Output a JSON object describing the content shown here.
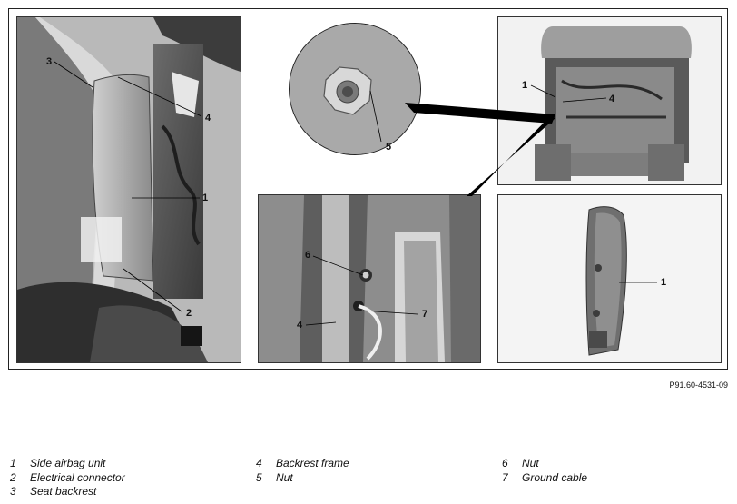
{
  "figure_ref": "P91.60-4531-09",
  "callouts": {
    "left": [
      "3",
      "4",
      "1",
      "2"
    ],
    "circle": [
      "5"
    ],
    "top_right": [
      "1",
      "4"
    ],
    "bottom_mid": [
      "6",
      "4",
      "7"
    ],
    "bottom_right": [
      "1"
    ]
  },
  "legend": [
    {
      "num": "1",
      "label": "Side airbag unit"
    },
    {
      "num": "2",
      "label": "Electrical connector"
    },
    {
      "num": "3",
      "label": "Seat backrest"
    },
    {
      "num": "4",
      "label": "Backrest frame"
    },
    {
      "num": "5",
      "label": "Nut"
    },
    {
      "num": "6",
      "label": "Nut"
    },
    {
      "num": "7",
      "label": "Ground cable"
    }
  ]
}
